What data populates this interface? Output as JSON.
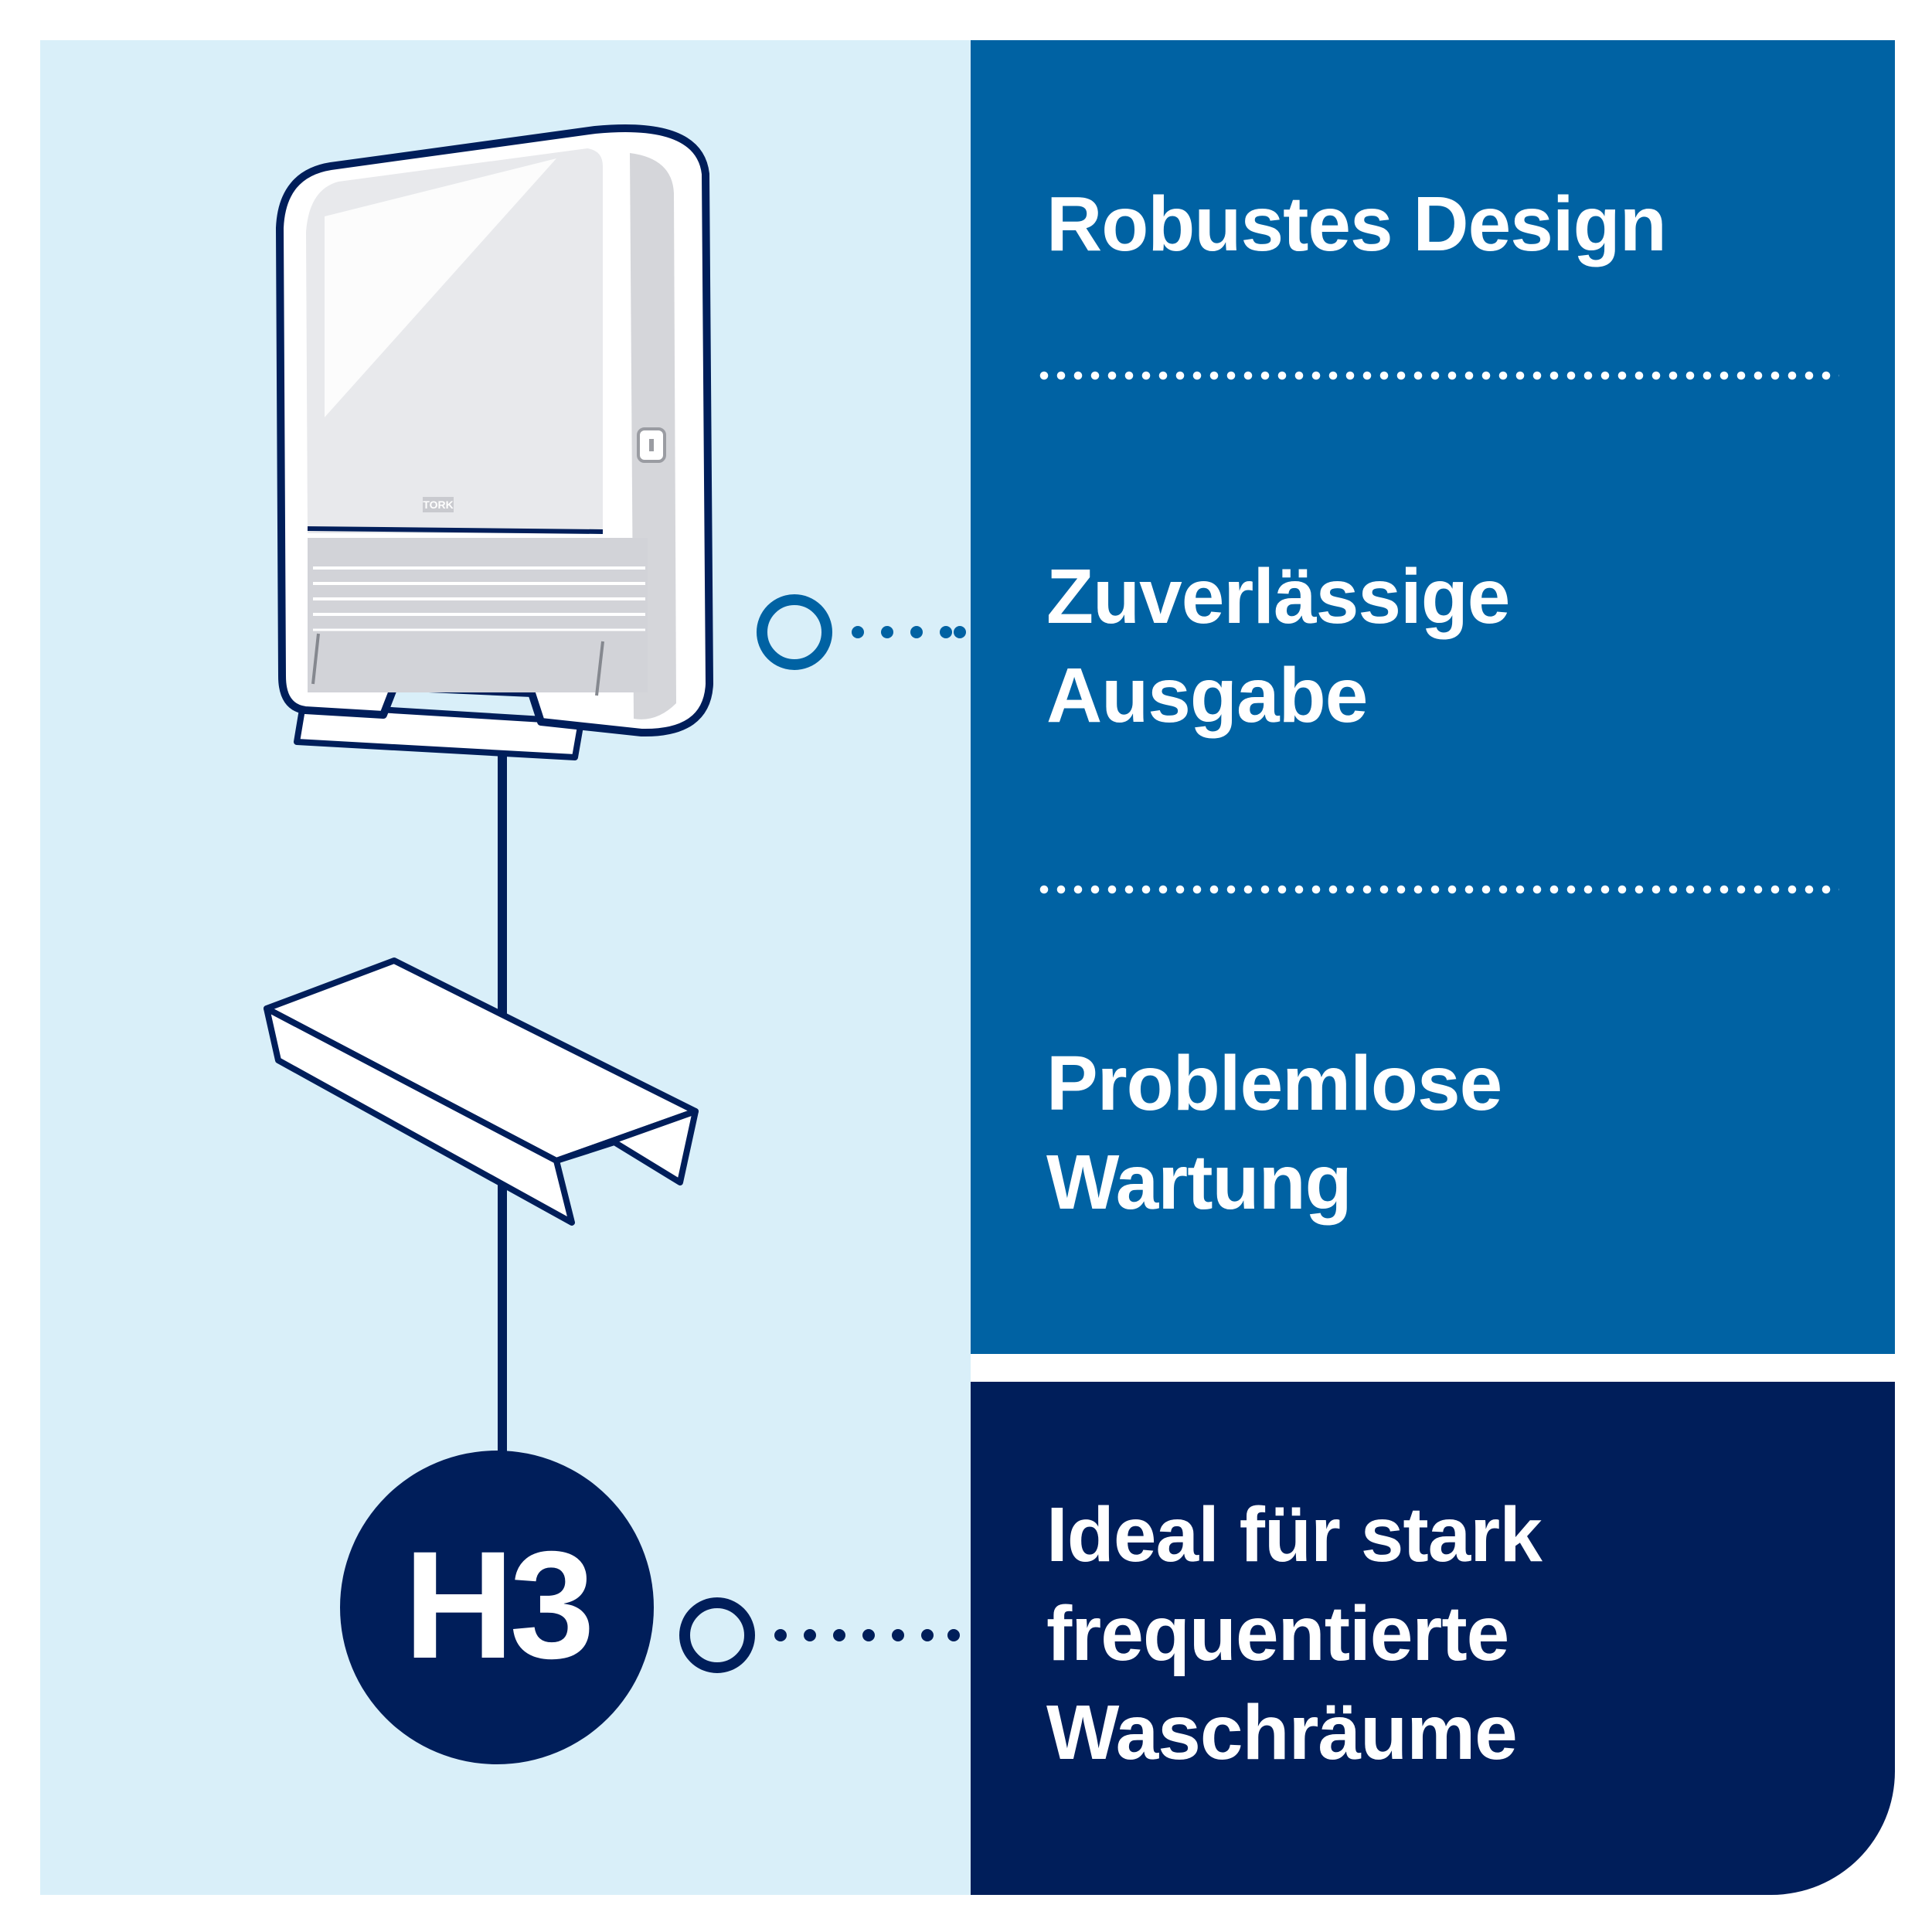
{
  "features": {
    "item1": {
      "line1": "Robustes Design"
    },
    "item2": {
      "line1": "Zuverlässige",
      "line2": "Ausgabe"
    },
    "item3": {
      "line1": "Problemlose",
      "line2": "Wartung"
    },
    "item4": {
      "line1": "Ideal für stark",
      "line2": "frequentierte",
      "line3": "Waschräume"
    }
  },
  "badge": {
    "label": "H3"
  },
  "dispenser": {
    "logo": "TORK"
  },
  "colors": {
    "light_background": "#d9eff9",
    "blue_panel": "#0062a3",
    "navy_panel": "#001e5a",
    "outline": "#001e5a"
  },
  "icons": [
    "towel-dispenser-icon",
    "folded-towel-icon",
    "connector-ring-icon"
  ]
}
